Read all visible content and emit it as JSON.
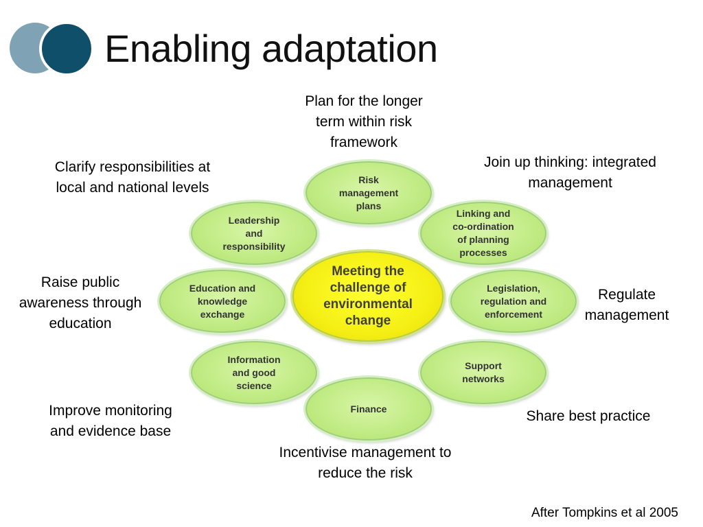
{
  "slide": {
    "title": "Enabling adaptation",
    "credit": "After Tompkins et al 2005"
  },
  "diagram": {
    "center": "Meeting the\nchallenge of\nenvironmental\nchange",
    "nodes": {
      "risk": "Risk\nmanagement\nplans",
      "linking": "Linking and\nco-ordination\nof planning\nprocesses",
      "legislation": "Legislation,\nregulation and\nenforcement",
      "support": "Support\nnetworks",
      "finance": "Finance",
      "information": "Information\nand good\nscience",
      "education": "Education and\nknowledge\nexchange",
      "leadership": "Leadership\nand\nresponsibility"
    },
    "annotations": {
      "plan": "Plan for the longer\nterm within risk\nframework",
      "join": "Join up thinking: integrated\nmanagement",
      "regulate": "Regulate\nmanagement",
      "share": "Share best practice",
      "incentivise": "Incentivise management to\nreduce the risk",
      "improve": "Improve monitoring\nand evidence base",
      "raise": "Raise public\nawareness through\neducation",
      "clarify": "Clarify responsibilities at\nlocal and national levels"
    }
  },
  "colors": {
    "node_fill": "#c2ec86",
    "center_fill": "#f5ef14",
    "logo_dark": "#0f4f6a",
    "logo_light": "#7fa3b5"
  }
}
